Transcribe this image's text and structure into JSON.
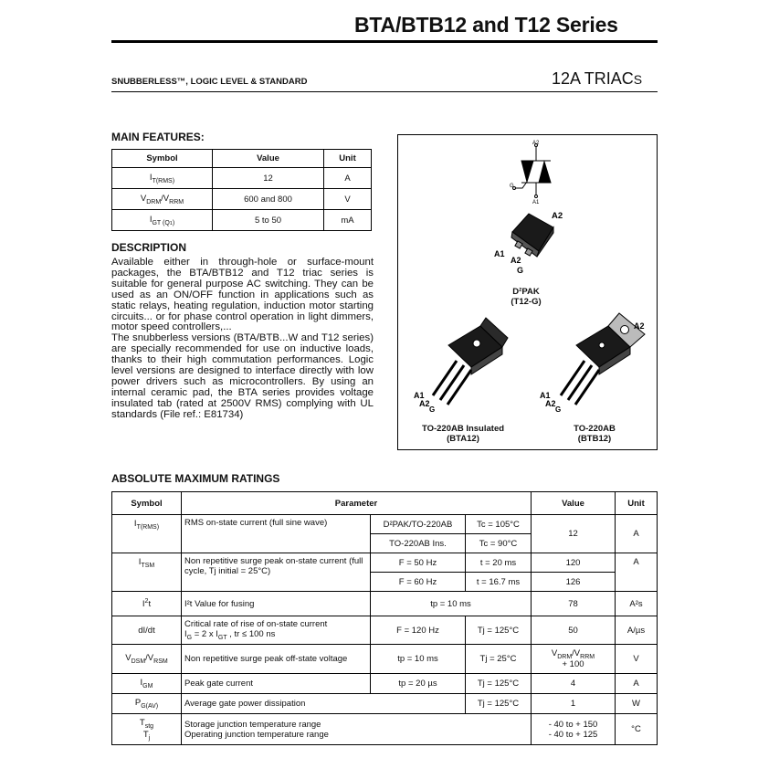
{
  "header": {
    "title": "BTA/BTB12 and T12 Series",
    "subtitle": "SNUBBERLESS™, LOGIC LEVEL & STANDARD",
    "product_main": "12A TRIAC",
    "product_tail": "S"
  },
  "main_features": {
    "heading": "MAIN FEATURES:",
    "columns": [
      "Symbol",
      "Value",
      "Unit"
    ],
    "rows": [
      {
        "sym": "I",
        "sub": "T(RMS)",
        "value": "12",
        "unit": "A"
      },
      {
        "sym": "V",
        "sub": "DRM",
        "sym2": "/V",
        "sub2": "RRM",
        "value": "600 and 800",
        "unit": "V"
      },
      {
        "sym": "I",
        "sub": "GT (Q",
        "tail": "1",
        "value": "5 to 50",
        "unit": "mA"
      }
    ]
  },
  "description": {
    "heading": "DESCRIPTION",
    "text": "Available either in through-hole or surface-mount packages, the BTA/BTB12 and T12 triac series is suitable for general purpose AC switching. They can be used as an ON/OFF function in applications such as static relays, heating regulation, induction motor starting circuits... or for phase control operation in light dimmers, motor speed controllers,...\nThe snubberless versions (BTA/BTB...W and T12 series) are specially recommended for use on inductive loads, thanks to their high commutation performances. Logic level versions are designed to interface directly with low power drivers such as microcontrollers. By using an internal ceramic pad, the BTA series provides voltage insulated tab (rated at 2500V RMS) complying with UL standards (File ref.: E81734)"
  },
  "packages": {
    "symbol_pins": {
      "a2": "A2",
      "g": "G",
      "a1": "A1"
    },
    "d2pak": {
      "label1": "D²PAK",
      "label2": "(T12-G)",
      "pins": {
        "a2": "A2",
        "a1": "A1",
        "a2b": "A2",
        "g": "G"
      }
    },
    "to220_ins": {
      "label1": "TO-220AB Insulated",
      "label2": "(BTA12)",
      "pins": {
        "a1": "A1",
        "a2": "A2",
        "g": "G"
      }
    },
    "to220": {
      "label1": "TO-220AB",
      "label2": "(BTB12)",
      "pins": {
        "a2": "A2",
        "a1": "A1",
        "a2b": "A2",
        "g": "G"
      }
    }
  },
  "ratings": {
    "heading": "ABSOLUTE MAXIMUM RATINGS",
    "columns": [
      "Symbol",
      "Parameter",
      "Value",
      "Unit"
    ],
    "r1": {
      "param": "RMS on-state current (full sine wave)",
      "c1": "D²PAK/TO-220AB",
      "c2": "Tc = 105°C",
      "c3": "TO-220AB Ins.",
      "c4": "Tc = 90°C",
      "value": "12",
      "unit": "A"
    },
    "r2": {
      "param": "Non repetitive surge peak on-state current  (full cycle, Tj initial = 25°C)",
      "c1": "F = 50 Hz",
      "c2": "t = 20 ms",
      "v1": "120",
      "c3": "F = 60 Hz",
      "c4": "t = 16.7 ms",
      "v2": "126",
      "unit": "A"
    },
    "r3": {
      "param": "I²t Value for fusing",
      "cond": "tp = 10 ms",
      "value": "78",
      "unit": "A²s"
    },
    "r4": {
      "sym": "dI/dt",
      "p1": "Critical rate of rise of on-state current",
      "p2": "I",
      "p2sub": "G",
      "p2b": " = 2 x I",
      "p2sub2": "GT",
      "p2c": " , tr ≤ 100 ns",
      "c1": "F = 120 Hz",
      "c2": "Tj = 125°C",
      "value": "50",
      "unit": "A/µs"
    },
    "r5": {
      "param": "Non repetitive surge peak off-state voltage",
      "c1": "tp = 10 ms",
      "c2": "Tj = 25°C",
      "v1": "V",
      "v1sub": "DRM",
      "v2": "/V",
      "v2sub": "RRM",
      "v3": "+ 100",
      "unit": "V"
    },
    "r6": {
      "param": "Peak gate current",
      "c1": "tp = 20 µs",
      "c2": "Tj = 125°C",
      "value": "4",
      "unit": "A"
    },
    "r7": {
      "param": "Average gate power dissipation",
      "c2": "Tj = 125°C",
      "value": "1",
      "unit": "W"
    },
    "r8": {
      "p1": "Storage junction temperature range",
      "p2": "Operating junction temperature range",
      "v1": "- 40 to + 150",
      "v2": "- 40 to + 125",
      "unit": "°C"
    }
  }
}
